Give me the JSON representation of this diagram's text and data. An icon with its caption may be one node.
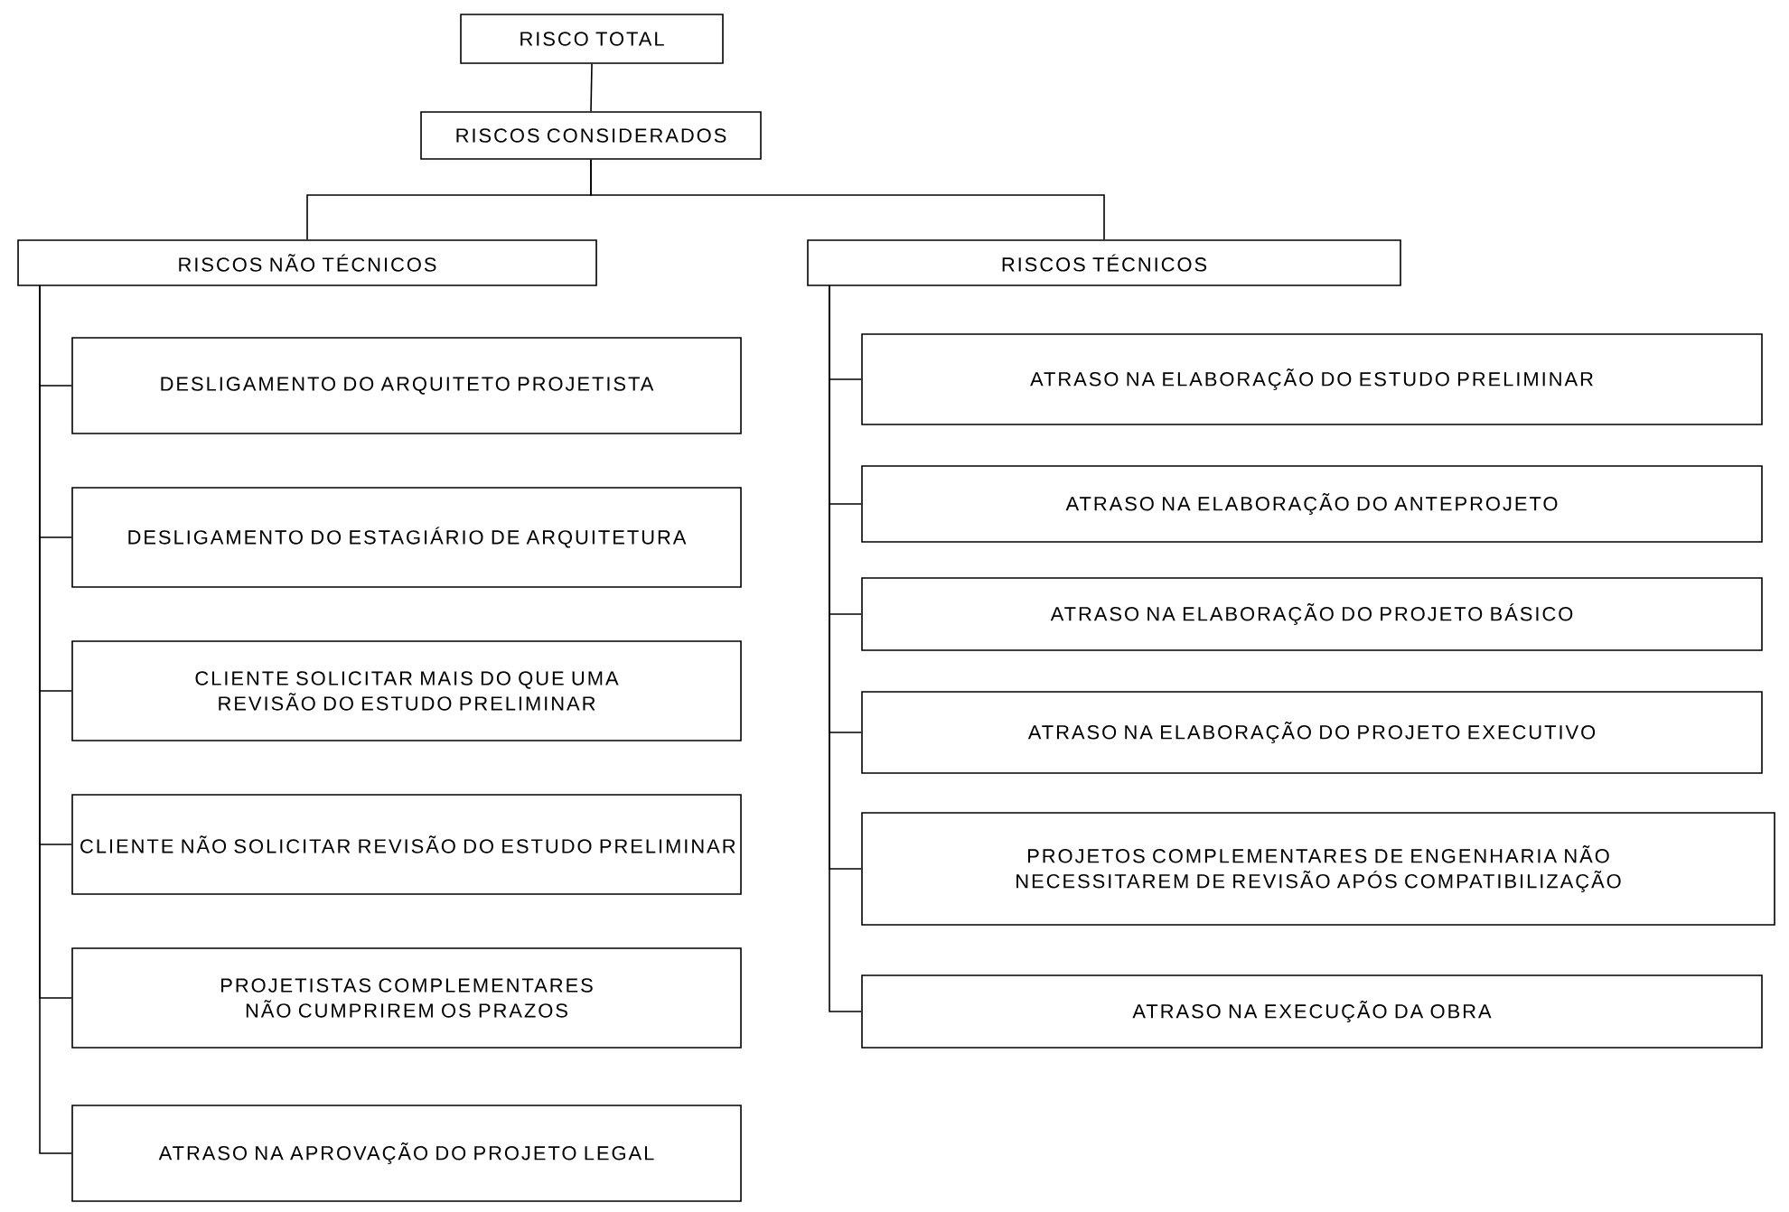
{
  "diagram": {
    "nodes": [
      {
        "text": [
          "RISCO TOTAL"
        ]
      },
      {
        "text": [
          "RISCOS CONSIDERADOS"
        ]
      },
      {
        "text": [
          "RISCOS NÃO TÉCNICOS"
        ]
      },
      {
        "text": [
          "RISCOS TÉCNICOS"
        ]
      },
      {
        "text": [
          "DESLIGAMENTO DO ARQUITETO PROJETISTA"
        ]
      },
      {
        "text": [
          "DESLIGAMENTO DO ESTAGIÁRIO DE ARQUITETURA"
        ]
      },
      {
        "text": [
          "CLIENTE SOLICITAR MAIS DO QUE UMA REVISÃO DO ESTUDO PRELIMINAR"
        ]
      },
      {
        "text": [
          "CLIENTE NÃO SOLICITAR REVISÃO DO ESTUDO PRELIMINAR"
        ]
      },
      {
        "text": [
          "PROJETISTAS COMPLEMENTARES NÃO CUMPRIREM OS PRAZOS"
        ]
      },
      {
        "text": [
          "ATRASO NA APROVAÇÃO DO PROJETO LEGAL"
        ]
      },
      {
        "text": [
          "ATRASO NA ELABORAÇÃO DO ESTUDO PRELIMINAR"
        ]
      },
      {
        "text": [
          "ATRASO NA ELABORAÇÃO DO ANTEPROJETO"
        ]
      },
      {
        "text": [
          "ATRASO NA ELABORAÇÃO DO PROJETO BÁSICO"
        ]
      },
      {
        "text": [
          "ATRASO NA ELABORAÇÃO DO PROJETO EXECUTIVO"
        ]
      },
      {
        "text": [
          "PROJETOS COMPLEMENTARES DE ENGENHARIA NÃO NECESSITAREM DE REVISÃO APÓS COMPATIBILIZAÇÃO"
        ]
      },
      {
        "text": [
          "ATRASO NA EXECUÇÃO DA OBRA"
        ]
      }
    ],
    "edges": [
      {
        "from": 0,
        "to": 1,
        "arrow": "none"
      },
      {
        "from": 1,
        "to": 2,
        "arrow": "none"
      },
      {
        "from": 1,
        "to": 3,
        "arrow": "none"
      },
      {
        "from": 2,
        "to": 4,
        "arrow": "none"
      },
      {
        "from": 2,
        "to": 5,
        "arrow": "none"
      },
      {
        "from": 2,
        "to": 6,
        "arrow": "none"
      },
      {
        "from": 2,
        "to": 7,
        "arrow": "none"
      },
      {
        "from": 2,
        "to": 8,
        "arrow": "none"
      },
      {
        "from": 2,
        "to": 9,
        "arrow": "none"
      },
      {
        "from": 3,
        "to": 10,
        "arrow": "none"
      },
      {
        "from": 3,
        "to": 11,
        "arrow": "none"
      },
      {
        "from": 3,
        "to": 12,
        "arrow": "none"
      },
      {
        "from": 3,
        "to": 13,
        "arrow": "none"
      },
      {
        "from": 3,
        "to": 14,
        "arrow": "none"
      },
      {
        "from": 3,
        "to": 15,
        "arrow": "none"
      }
    ]
  }
}
